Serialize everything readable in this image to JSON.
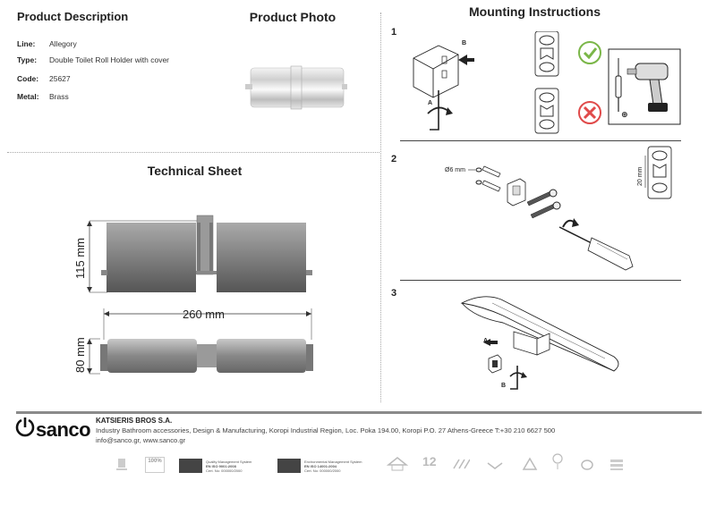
{
  "product_description": {
    "title": "Product Description",
    "specs": [
      {
        "key": "Line:",
        "value": "Allegory"
      },
      {
        "key": "Type:",
        "value": "Double Toilet Roll Holder with cover"
      },
      {
        "key": "Code:",
        "value": "25627"
      },
      {
        "key": "Metal:",
        "value": "Brass"
      }
    ]
  },
  "product_photo": {
    "title": "Product Photo"
  },
  "technical_sheet": {
    "title": "Technical Sheet",
    "dim_height": "115 mm",
    "dim_width": "260 mm",
    "dim_depth": "80 mm"
  },
  "mounting": {
    "title": "Mounting Instructions",
    "steps": [
      {
        "number": "1",
        "label_a": "A",
        "label_b": "B"
      },
      {
        "number": "2",
        "drill_label": "Ø6 mm",
        "spacing_label": "20 mm"
      },
      {
        "number": "3",
        "label_a": "A",
        "label_b": "B"
      }
    ]
  },
  "footer": {
    "logo": "sanco",
    "company": "KATSIERIS BROS S.A.",
    "description": "Industry Bathroom accessories, Design & Manufacturing, Koropi Industrial Region, Loc. Poka 194.00, Koropi P.O. 27  Athens-Greece   T:+30 210 6627 500",
    "web": "info@sanco.gr, www.sanco.gr",
    "certs": [
      {
        "name": "Quality Management System",
        "line2": "EN ISO 9001:2008",
        "line3": "Cert. No: 000000/2000"
      },
      {
        "name": "Environmental Management System",
        "line2": "EN ISO 14001:2004",
        "line3": "Cert. No: 000000/2000"
      }
    ],
    "badges": [
      "100%",
      "12"
    ]
  },
  "colors": {
    "steel_dark": "#555555",
    "steel_light": "#b8b8b8",
    "check_green": "#7ab648",
    "cross_red": "#e04a4a",
    "footer_bar": "#8a8a8a"
  }
}
